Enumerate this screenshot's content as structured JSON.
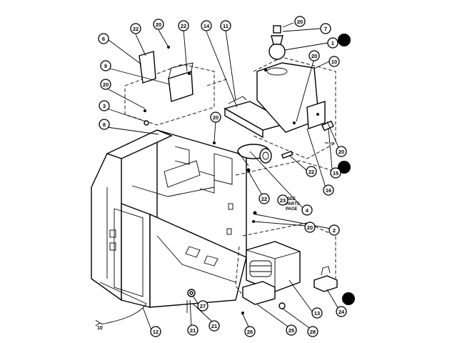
{
  "diagram": {
    "page_number": "10",
    "note_lines": [
      "SEE",
      "PARTS",
      "PAGE"
    ],
    "callouts": [
      {
        "id": "c-20-top",
        "label": "20"
      },
      {
        "id": "c-7",
        "label": "7"
      },
      {
        "id": "c-1",
        "label": "1"
      },
      {
        "id": "c-6",
        "label": "6"
      },
      {
        "id": "c-22-a",
        "label": "22"
      },
      {
        "id": "c-20-a",
        "label": "20"
      },
      {
        "id": "c-22-b",
        "label": "22"
      },
      {
        "id": "c-14",
        "label": "14"
      },
      {
        "id": "c-11",
        "label": "11"
      },
      {
        "id": "c-9",
        "label": "9"
      },
      {
        "id": "c-20-b",
        "label": "20"
      },
      {
        "id": "c-10",
        "label": "10"
      },
      {
        "id": "c-20-c",
        "label": "20"
      },
      {
        "id": "c-3",
        "label": "3"
      },
      {
        "id": "c-8",
        "label": "8"
      },
      {
        "id": "c-20-d",
        "label": "20"
      },
      {
        "id": "c-20-e",
        "label": "20"
      },
      {
        "id": "c-15",
        "label": "15"
      },
      {
        "id": "c-22-c",
        "label": "22"
      },
      {
        "id": "c-16",
        "label": "16"
      },
      {
        "id": "c-22-d",
        "label": "22"
      },
      {
        "id": "c-23",
        "label": "23"
      },
      {
        "id": "c-4",
        "label": "4"
      },
      {
        "id": "c-2",
        "label": "2"
      },
      {
        "id": "c-20-f",
        "label": "20"
      },
      {
        "id": "c-13",
        "label": "13"
      },
      {
        "id": "c-24",
        "label": "24"
      },
      {
        "id": "c-27",
        "label": "27"
      },
      {
        "id": "c-12",
        "label": "12"
      },
      {
        "id": "c-21-a",
        "label": "21"
      },
      {
        "id": "c-21-b",
        "label": "21"
      },
      {
        "id": "c-26",
        "label": "26"
      },
      {
        "id": "c-25",
        "label": "25"
      },
      {
        "id": "c-28",
        "label": "28"
      }
    ]
  }
}
